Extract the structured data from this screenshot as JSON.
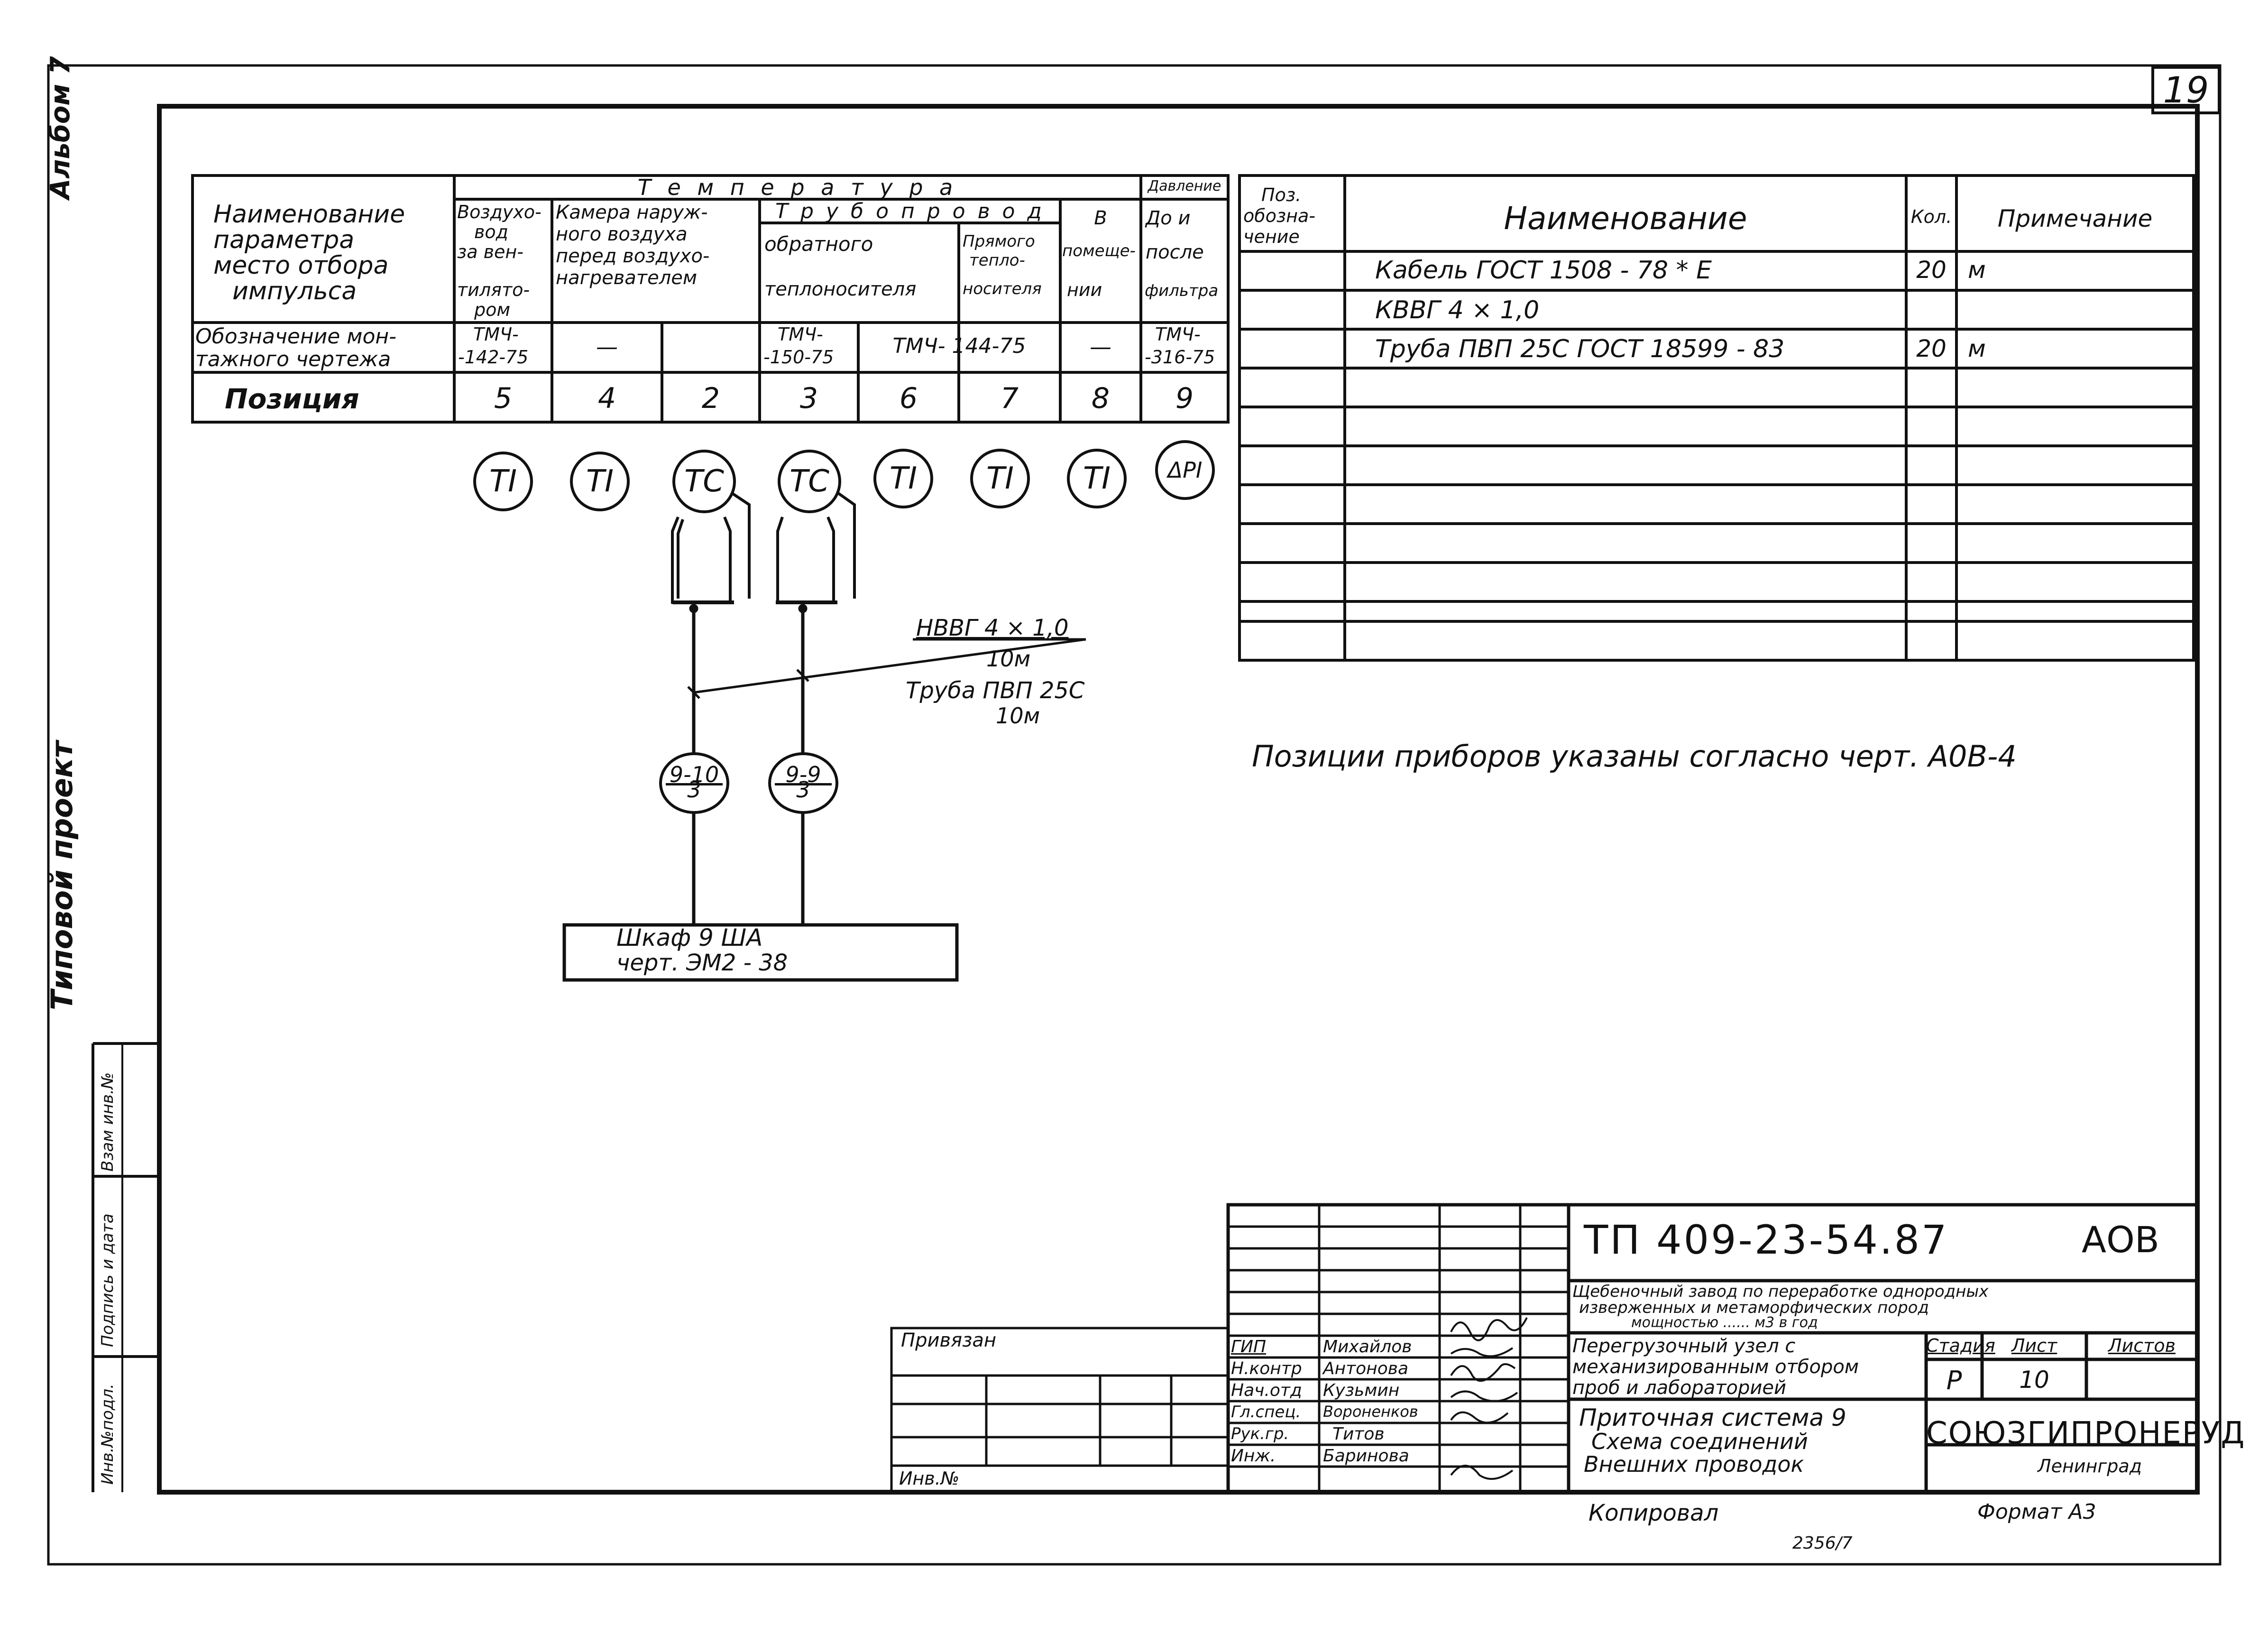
{
  "sheet_number": "19",
  "side_labels": {
    "album": "Альбом 7",
    "project": "Типовой проект",
    "stamp_cells": [
      "Взам инв.№",
      "Подпись и дата",
      "Инв.№подл."
    ]
  },
  "left_table": {
    "col0_header": [
      "Наименование",
      "параметра",
      "место отбора",
      "импульса"
    ],
    "group_temperature": "Т е м п е р а т у р а",
    "group_pipeline": "Т р у б о п р о в о д",
    "group_pressure": "Давление",
    "col1_header": [
      "Воздухо-",
      "вод",
      "за вен-",
      "тилято-",
      "ром"
    ],
    "col2_header": [
      "Камера наруж-",
      "ного воздуха",
      "перед воздухо-",
      "нагревателем"
    ],
    "col_return_header": [
      "обратного",
      "теплоносителя"
    ],
    "col_direct_header": [
      "Прямого",
      "тепло-",
      "носителя"
    ],
    "col_room_header": [
      "В",
      "помеще-",
      "нии"
    ],
    "col_filter_header": [
      "До и",
      "после",
      "фильтра"
    ],
    "row_mounting_label": [
      "Обозначение мон-",
      "тажного чертежа"
    ],
    "row_mounting_values": {
      "c1": [
        "ТМЧ-",
        "-142-75"
      ],
      "c2": "—",
      "c4": [
        "ТМЧ-",
        "-150-75"
      ],
      "c5": "ТМЧ- 144-75",
      "c7": "—",
      "c8": [
        "ТМЧ-",
        "-316-75"
      ]
    },
    "row_position_label": "Позиция",
    "positions": [
      "5",
      "4",
      "2",
      "3",
      "6",
      "7",
      "8",
      "9"
    ]
  },
  "instruments": [
    "TI",
    "TI",
    "TC",
    "TC",
    "TI",
    "TI",
    "TI",
    "ΔPI"
  ],
  "cable_annotation": [
    "НВВГ 4 × 1,0",
    "10м",
    "Труба ПВП 25С",
    "10м"
  ],
  "terminals": [
    {
      "top": "9-10",
      "bottom": "3"
    },
    {
      "top": "9-9",
      "bottom": "3"
    }
  ],
  "cabinet": [
    "Шкаф  9 ША",
    "черт.  ЭМ2 - 38"
  ],
  "right_table": {
    "headers": {
      "pos": [
        "Поз.",
        "обозна-",
        "чение"
      ],
      "name": "Наименование",
      "qty": "Кол.",
      "note": "Примечание"
    },
    "rows": [
      {
        "name": "Кабель   ГОСТ   1508 - 78 * Е",
        "qty": "20",
        "note": "м"
      },
      {
        "name": "КВВГ  4 × 1,0",
        "qty": "",
        "note": ""
      },
      {
        "name": "Труба  ПВП 25С   ГОСТ  18599 - 83",
        "qty": "20",
        "note": "м"
      }
    ]
  },
  "note_text": "Позиции  приборов  указаны  согласно  черт.  А0В-4",
  "title_block": {
    "doc_code": "ТП  409-23-54.87",
    "mark": "АОВ",
    "object": [
      "Щебеночный завод по переработке однородных",
      "изверженных и метаморфических пород",
      "мощностью ...... м3 в год"
    ],
    "section": [
      "Перегрузочный узел с",
      "механизированным отбором",
      "проб и лабораторией"
    ],
    "sheet_title": [
      "Приточная  система 9",
      "Схема  соединений",
      "Внешних  проводок"
    ],
    "stage_header": "Стадия",
    "sheet_header": "Лист",
    "sheets_header": "Листов",
    "stage_value": "Р",
    "sheet_value": "10",
    "org_name": "СОЮЗГИПРОНЕРУД",
    "org_city": "Ленинград",
    "roles": [
      "ГИП",
      "Н.контр",
      "Нач.отд",
      "Гл.спец.",
      "Рук.гр.",
      "Инж."
    ],
    "names": [
      "Михайлов",
      "Антонова",
      "Кузьмин",
      "Вороненков",
      "Титов",
      "Баринова"
    ],
    "binding_label": "Привязан",
    "inv_label": "Инв.№"
  },
  "footer": {
    "copied": "Копировал",
    "format": "Формат  А3",
    "number": "2356/7"
  }
}
